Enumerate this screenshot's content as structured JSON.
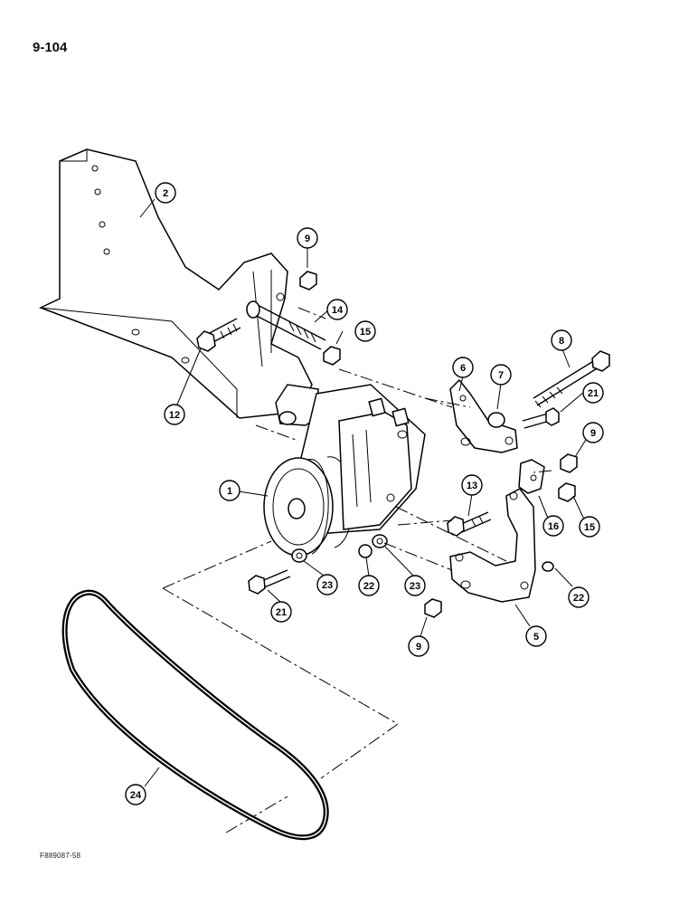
{
  "page_number": "9-104",
  "figure_code": "F889087-58",
  "callouts": {
    "c1": "1",
    "c2": "2",
    "c5": "5",
    "c6": "6",
    "c7": "7",
    "c8": "8",
    "c9a": "9",
    "c9b": "9",
    "c9c": "9",
    "c12": "12",
    "c13": "13",
    "c14": "14",
    "c15a": "15",
    "c15b": "15",
    "c16": "16",
    "c21a": "21",
    "c21b": "21",
    "c22a": "22",
    "c22b": "22",
    "c23a": "23",
    "c23b": "23",
    "c24": "24"
  }
}
